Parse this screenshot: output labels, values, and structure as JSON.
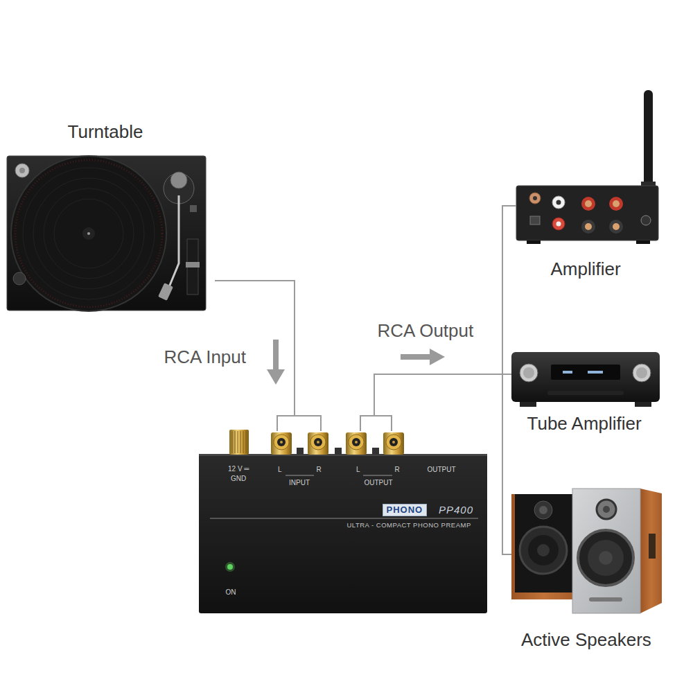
{
  "diagram": {
    "nodes": [
      {
        "text": [
          "Turntable"
        ]
      },
      {
        "text": [
          "PHONO",
          "PP400",
          "ULTRA - COMPACT PHONO PREAMP"
        ]
      },
      {
        "text": [
          "Amplifier"
        ]
      },
      {
        "text": [
          "Tube Amplifier"
        ]
      },
      {
        "text": [
          "Active Speakers"
        ]
      }
    ],
    "edges": [
      {
        "from": 0,
        "to": 1,
        "arrow": "none"
      },
      {
        "from": 1,
        "to": 2,
        "arrow": "none"
      },
      {
        "from": 1,
        "to": 3,
        "arrow": "none"
      },
      {
        "from": 1,
        "to": 4,
        "arrow": "none"
      }
    ],
    "labels": [
      "RCA Input",
      "RCA Output",
      "12 V ═",
      "GND",
      "L",
      "R",
      "INPUT",
      "L",
      "R",
      "OUTPUT",
      "OUTPUT",
      "ON"
    ]
  }
}
